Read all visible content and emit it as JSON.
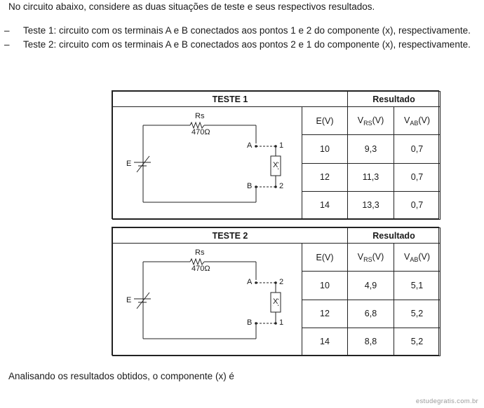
{
  "intro": "No circuito abaixo, considere as duas situações de teste e seus respectivos resultados.",
  "bullets": [
    {
      "dash": "–",
      "text": "Teste 1: circuito com os terminais A e B conectados aos pontos 1 e 2 do componente (x), respectivamente."
    },
    {
      "dash": "–",
      "text": "Teste 2: circuito com os terminais A e B conectados aos pontos 2 e 1 do componente (x), respectivamente."
    }
  ],
  "tests": [
    {
      "title": "TESTE 1",
      "result_header": "Resultado",
      "col_e": "E(V)",
      "col_vrs_main": "V",
      "col_vrs_sub": "RS",
      "col_vrs_unit": "(V)",
      "col_vab_main": "V",
      "col_vab_sub": "AB",
      "col_vab_unit": "(V)",
      "circuit": {
        "rs": "Rs",
        "ohm": "470Ω",
        "e": "E",
        "a": "A",
        "b": "B",
        "top_pt": "1",
        "bot_pt": "2",
        "x": "X"
      },
      "rows": [
        {
          "e": "10",
          "vrs": "9,3",
          "vab": "0,7"
        },
        {
          "e": "12",
          "vrs": "11,3",
          "vab": "0,7"
        },
        {
          "e": "14",
          "vrs": "13,3",
          "vab": "0,7"
        }
      ]
    },
    {
      "title": "TESTE 2",
      "result_header": "Resultado",
      "col_e": "E(V)",
      "col_vrs_main": "V",
      "col_vrs_sub": "RS",
      "col_vrs_unit": "(V)",
      "col_vab_main": "V",
      "col_vab_sub": "AB",
      "col_vab_unit": "(V)",
      "circuit": {
        "rs": "Rs",
        "ohm": "470Ω",
        "e": "E",
        "a": "A",
        "b": "B",
        "top_pt": "2",
        "bot_pt": "1",
        "x": "X"
      },
      "rows": [
        {
          "e": "10",
          "vrs": "4,9",
          "vab": "5,1"
        },
        {
          "e": "12",
          "vrs": "6,8",
          "vab": "5,2"
        },
        {
          "e": "14",
          "vrs": "8,8",
          "vab": "5,2"
        }
      ]
    }
  ],
  "question": "Analisando os resultados obtidos, o componente (x) é",
  "watermark": "estudegratis.com.br"
}
